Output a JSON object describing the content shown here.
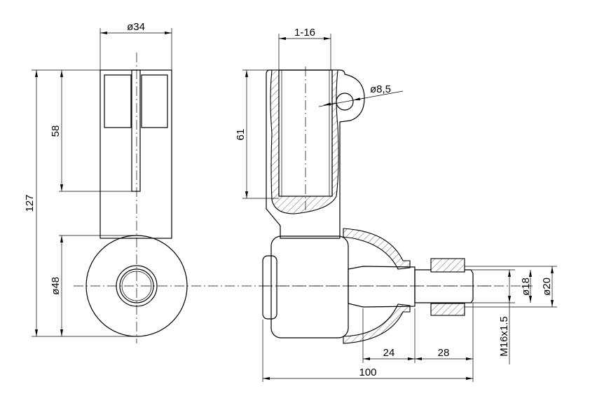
{
  "drawing": {
    "front_view": {
      "dims": {
        "width": "ø34",
        "total_height": "127",
        "slot_height": "58",
        "wheel_diameter": "ø48"
      }
    },
    "side_view": {
      "dims": {
        "tube_offset": "1-16",
        "hole": "ø8,5",
        "tube_depth": "61",
        "taper_length": "24",
        "thread_length": "28",
        "overall_length": "100",
        "thread": "M16x1.5",
        "inner_diameter": "ø18",
        "outer_diameter": "ø20"
      }
    }
  }
}
